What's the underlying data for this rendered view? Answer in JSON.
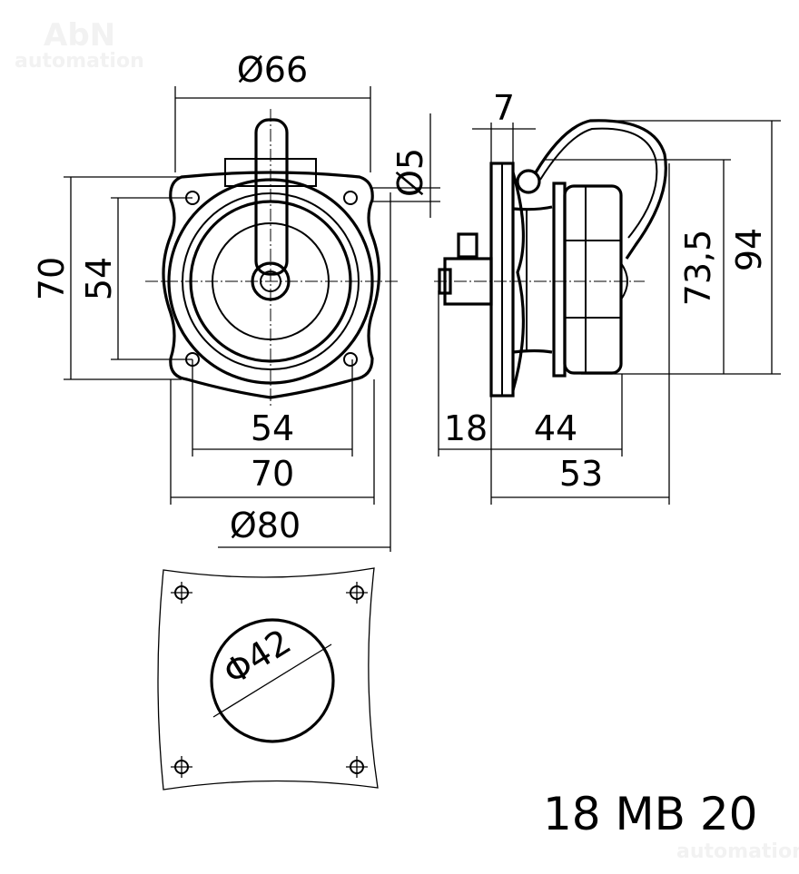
{
  "watermark": {
    "brand": "AbN",
    "sub": "automation"
  },
  "title": "18 MB 20",
  "dimensions": {
    "front_top_diameter": "Ø66",
    "pin_diameter": "Ø5",
    "height_outer": "70",
    "height_holes": "54",
    "width_holes": "54",
    "width_outer": "70",
    "flange_diameter": "Ø80",
    "plate_thickness": "7",
    "cap_height": "73,5",
    "total_height": "94",
    "rear_depth": "18",
    "body_depth": "44",
    "total_depth": "53",
    "cutout_diameter": "Φ42"
  }
}
